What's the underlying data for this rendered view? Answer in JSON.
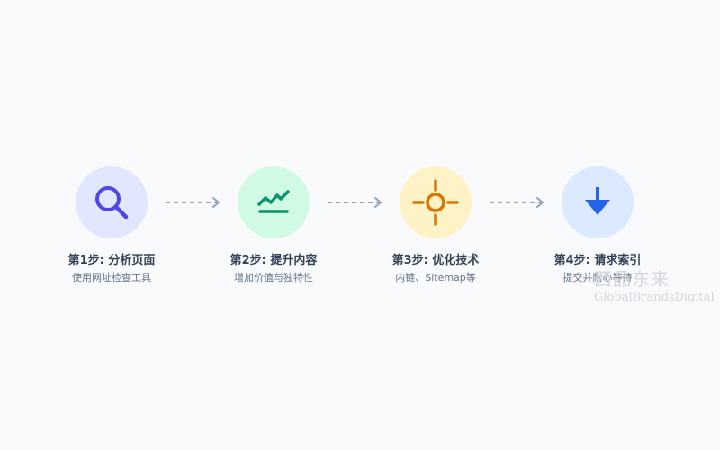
{
  "steps": [
    {
      "title": "第1步: 分析页面",
      "desc": "使用网址检查工具",
      "icon": "search-icon",
      "bg": "#e0e7ff",
      "fg": "#4f46e5"
    },
    {
      "title": "第2步: 提升内容",
      "desc": "增加价值与独特性",
      "icon": "trend-line-icon",
      "bg": "#d1fae5",
      "fg": "#059669"
    },
    {
      "title": "第3步: 优化技术",
      "desc": "内链、Sitemap等",
      "icon": "crosshair-icon",
      "bg": "#fef3c7",
      "fg": "#d97706"
    },
    {
      "title": "第4步: 请求索引",
      "desc": "提交并耐心等待",
      "icon": "arrow-down-icon",
      "bg": "#dbeafe",
      "fg": "#2563eb"
    }
  ],
  "connector_color": "#94a3b8",
  "watermark": {
    "line1": "西品东来",
    "line2": "GlobalBrandsDigital"
  }
}
